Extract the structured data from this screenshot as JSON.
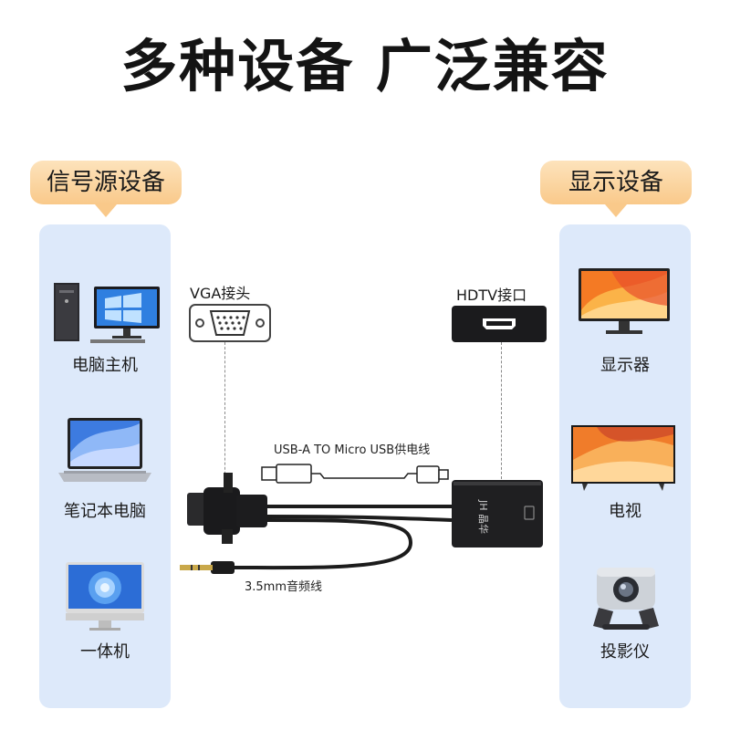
{
  "headline": "多种设备 广泛兼容",
  "left_bubble": "信号源设备",
  "right_bubble": "显示设备",
  "left_devices": [
    {
      "label": "电脑主机",
      "icon": "desktop-pc-icon"
    },
    {
      "label": "笔记本电脑",
      "icon": "laptop-icon"
    },
    {
      "label": "一体机",
      "icon": "all-in-one-pc-icon"
    }
  ],
  "right_devices": [
    {
      "label": "显示器",
      "icon": "monitor-icon"
    },
    {
      "label": "电视",
      "icon": "tv-icon"
    },
    {
      "label": "投影仪",
      "icon": "projector-icon"
    }
  ],
  "connectors": {
    "vga_label": "VGA接头",
    "hdtv_label": "HDTV接口",
    "usb_label": "USB-A TO Micro USB供电线",
    "audio_label": "3.5mm音频线"
  },
  "adapter_brand": "JH 晶华",
  "colors": {
    "panel_bg": "#dde9fa",
    "bubble": "#f9c98a",
    "cable": "#1c1c1c"
  }
}
